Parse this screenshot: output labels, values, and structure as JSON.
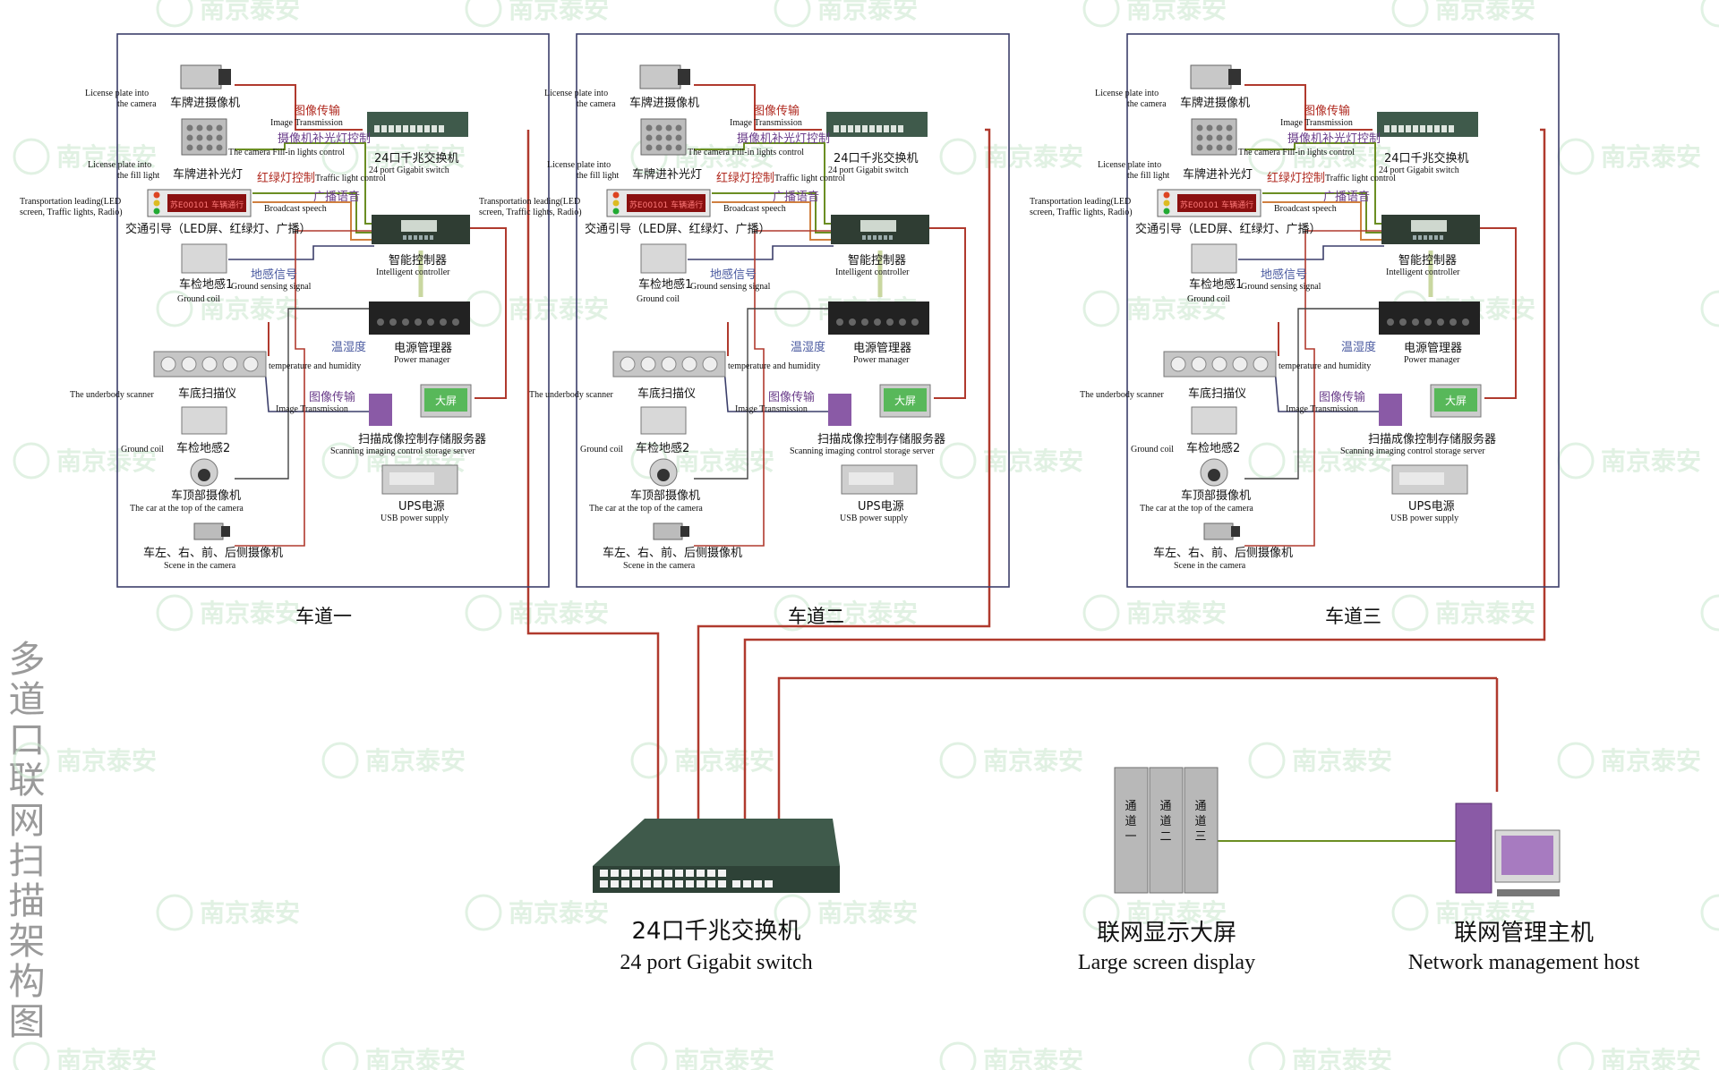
{
  "title": "多道口联网扫描架构图",
  "lane_names": [
    "车道一",
    "车道二",
    "车道三"
  ],
  "watermark": "南京泰安",
  "lane_labels": {
    "camera_plate_en1": "License plate into",
    "camera_plate_en2": "the camera",
    "camera_plate_cn": "车牌进摄像机",
    "fill_light_en1": "License plate into",
    "fill_light_en2": "the fill light",
    "fill_light_cn": "车牌进补光灯",
    "guide_en1": "Transportation leading(LED",
    "guide_en2": "screen, Traffic lights, Radio)",
    "guide_cn": "交通引导（LED屏、红绿灯、广播）",
    "led_text": "苏E00101 车辆通行",
    "coil1_cn": "车检地感1",
    "coil1_en": "Ground coil",
    "scanner_en": "The underbody scanner",
    "scanner_cn": "车底扫描仪",
    "coil2_en": "Ground coil",
    "coil2_cn": "车检地感2",
    "top_cam_cn": "车顶部摄像机",
    "top_cam_en": "The car at the top of the camera",
    "side_cam_cn": "车左、右、前、后侧摄像机",
    "side_cam_en": "Scene in the camera",
    "img_trans_cn": "图像传输",
    "img_trans_en": "Image Transmission",
    "fill_ctrl_cn": "摄像机补光灯控制",
    "fill_ctrl_en": "The camera Fill-in lights control",
    "traffic_ctrl_cn": "红绿灯控制",
    "traffic_ctrl_en": "Traffic light control",
    "broadcast_cn": "广播语音",
    "broadcast_en": "Broadcast speech",
    "ground_sig_cn": "地感信号",
    "ground_sig_en": "Ground sensing signal",
    "temp_cn": "温湿度",
    "temp_en": "temperature and humidity",
    "img_trans2_cn": "图像传输",
    "img_trans2_en": "Image Transmission",
    "switch_cn": "24口千兆交换机",
    "switch_en": "24 port Gigabit switch",
    "controller_cn": "智能控制器",
    "controller_en": "Intelligent controller",
    "power_cn": "电源管理器",
    "power_en": "Power manager",
    "screen_label": "大屏",
    "server_cn": "扫描成像控制存储服务器",
    "server_en": "Scanning imaging control storage server",
    "ups_cn": "UPS电源",
    "ups_en": "USB power supply"
  },
  "bottom": {
    "switch_cn": "24口千兆交换机",
    "switch_en": "24 port Gigabit switch",
    "display_cn": "联网显示大屏",
    "display_en": "Large screen display",
    "host_cn": "联网管理主机",
    "host_en": "Network management host",
    "display_panels": [
      "通道一",
      "通道二",
      "通道三"
    ]
  },
  "colors": {
    "network_line": "#b03a2e",
    "signal_line": "#6b8e23",
    "frame": "#3c3f6b",
    "label_red": "#b02a20",
    "label_purple": "#6a3d8a",
    "label_blue": "#4a5aa0",
    "device_dark": "#2f3d33",
    "switch_body": "#3f5a4b",
    "display_panel": "#b8b8b8",
    "host_purple": "#8a5aa6",
    "title_gray": "#9a9a9a",
    "watermark": "#c9e7cd"
  }
}
